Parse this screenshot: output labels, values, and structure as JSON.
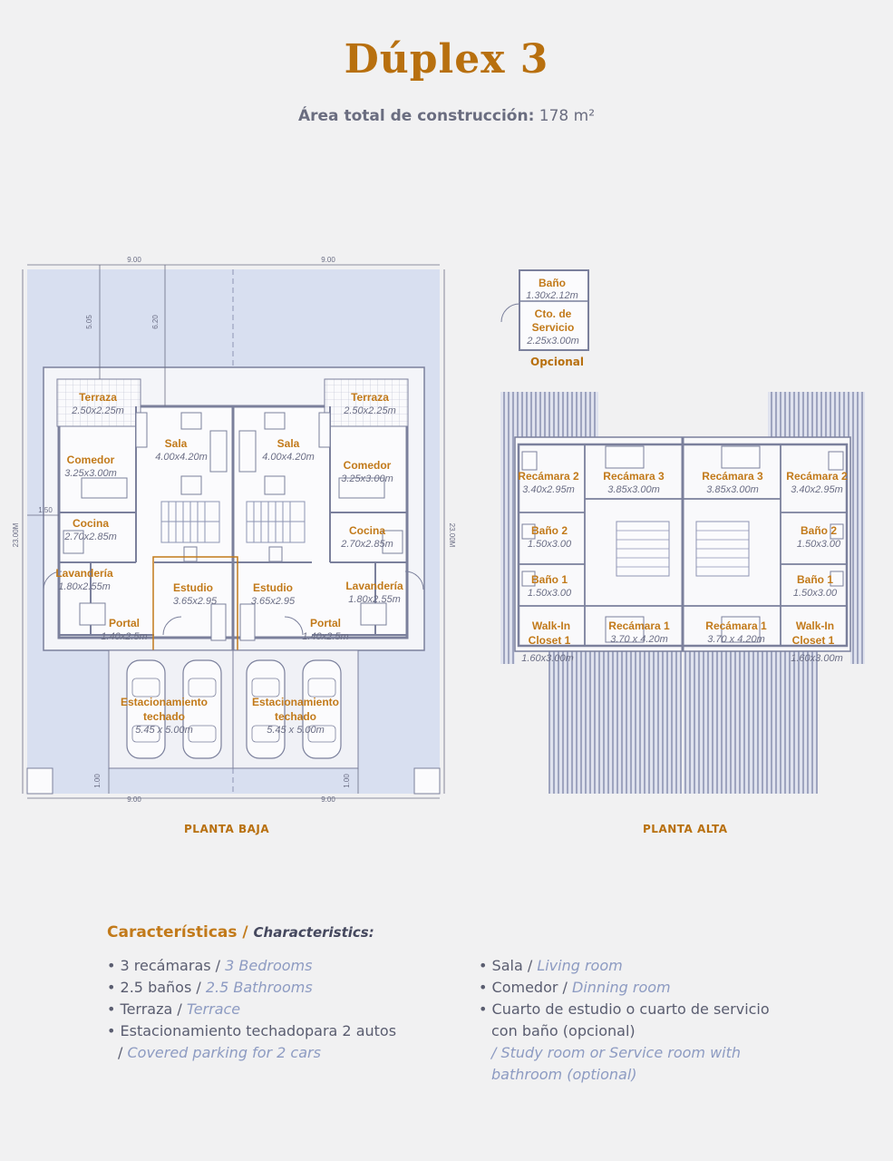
{
  "header": {
    "title": "Dúplex 3",
    "subtitle_bold": "Área total de construcción:",
    "subtitle_value": "178 m²"
  },
  "plan_labels": {
    "planta_baja": "PLANTA BAJA",
    "planta_alta": "PLANTA ALTA",
    "opcional": "Opcional"
  },
  "dimensions": {
    "w_left_top": "9.00",
    "w_right_top": "9.00",
    "w_left_bottom": "9.00",
    "w_right_bottom": "9.00",
    "depth_left": "23.00M",
    "depth_right": "23.00M",
    "setback_a": "5.05",
    "setback_b": "6.20",
    "side": "1.50",
    "front_left": "1.00",
    "front_right": "1.00"
  },
  "rooms_ground": {
    "terraza_l": {
      "name": "Terraza",
      "size": "2.50x2.25m"
    },
    "terraza_r": {
      "name": "Terraza",
      "size": "2.50x2.25m"
    },
    "sala_l": {
      "name": "Sala",
      "size": "4.00x4.20m"
    },
    "sala_r": {
      "name": "Sala",
      "size": "4.00x4.20m"
    },
    "comedor_l": {
      "name": "Comedor",
      "size": "3.25x3.00m"
    },
    "comedor_r": {
      "name": "Comedor",
      "size": "3.25x3.00m"
    },
    "cocina_l": {
      "name": "Cocina",
      "size": "2.70x2.85m"
    },
    "cocina_r": {
      "name": "Cocina",
      "size": "2.70x2.85m"
    },
    "lavanderia_l": {
      "name": "Lavandería",
      "size": "1.80x2.55m"
    },
    "lavanderia_r": {
      "name": "Lavandería",
      "size": "1.80x2.55m"
    },
    "estudio_l": {
      "name": "Estudio",
      "size": "3.65x2.95"
    },
    "estudio_r": {
      "name": "Estudio",
      "size": "3.65x2.95"
    },
    "portal_l": {
      "name": "Portal",
      "size": "1.40x2.5m"
    },
    "portal_r": {
      "name": "Portal",
      "size": "1.40x2.5m"
    },
    "estac_l": {
      "name1": "Estacionamiento",
      "name2": "techado",
      "size": "5.45 x 5.00m"
    },
    "estac_r": {
      "name1": "Estacionamiento",
      "name2": "techado",
      "size": "5.45 x 5.00m"
    }
  },
  "rooms_optional": {
    "bano": {
      "name": "Baño",
      "size": "1.30x2.12m"
    },
    "servicio": {
      "name1": "Cto. de",
      "name2": "Servicio",
      "size": "2.25x3.00m"
    }
  },
  "rooms_upper": {
    "rec2_l": {
      "name": "Recámara 2",
      "size": "3.40x2.95m"
    },
    "rec3_l": {
      "name": "Recámara 3",
      "size": "3.85x3.00m"
    },
    "rec3_r": {
      "name": "Recámara 3",
      "size": "3.85x3.00m"
    },
    "rec2_r": {
      "name": "Recámara 2",
      "size": "3.40x2.95m"
    },
    "bano2_l": {
      "name": "Baño 2",
      "size": "1.50x3.00"
    },
    "bano2_r": {
      "name": "Baño 2",
      "size": "1.50x3.00"
    },
    "bano1_l": {
      "name": "Baño 1",
      "size": "1.50x3.00"
    },
    "bano1_r": {
      "name": "Baño 1",
      "size": "1.50x3.00"
    },
    "walkin_l": {
      "name1": "Walk-In",
      "name2": "Closet 1",
      "size": "1.60x3.00m"
    },
    "walkin_r": {
      "name1": "Walk-In",
      "name2": "Closet 1",
      "size": "1.60x3.00m"
    },
    "rec1_l": {
      "name": "Recámara 1",
      "size": "3.70 x 4.20m"
    },
    "rec1_r": {
      "name": "Recámara 1",
      "size": "3.70 x 4.20m"
    }
  },
  "characteristics": {
    "heading_es": "Características /",
    "heading_en": "Characteristics:",
    "left": [
      {
        "es": "3 recámaras /",
        "en": "3 Bedrooms"
      },
      {
        "es": "2.5 baños /",
        "en": "2.5 Bathrooms"
      },
      {
        "es": "Terraza /",
        "en": "Terrace"
      },
      {
        "es": "Estacionamiento techadopara 2 autos",
        "en_prefix": "/",
        "en": "Covered parking for 2 cars"
      }
    ],
    "right": [
      {
        "es": "Sala /",
        "en": "Living room"
      },
      {
        "es": "Comedor /",
        "en": "Dinning room"
      },
      {
        "es": "Cuarto de estudio o cuarto de servicio",
        "es2": "con baño (opcional)",
        "en_prefix": "/ Study room or",
        "en": "Service room with",
        "en2": "bathroom  (optional)"
      }
    ]
  }
}
